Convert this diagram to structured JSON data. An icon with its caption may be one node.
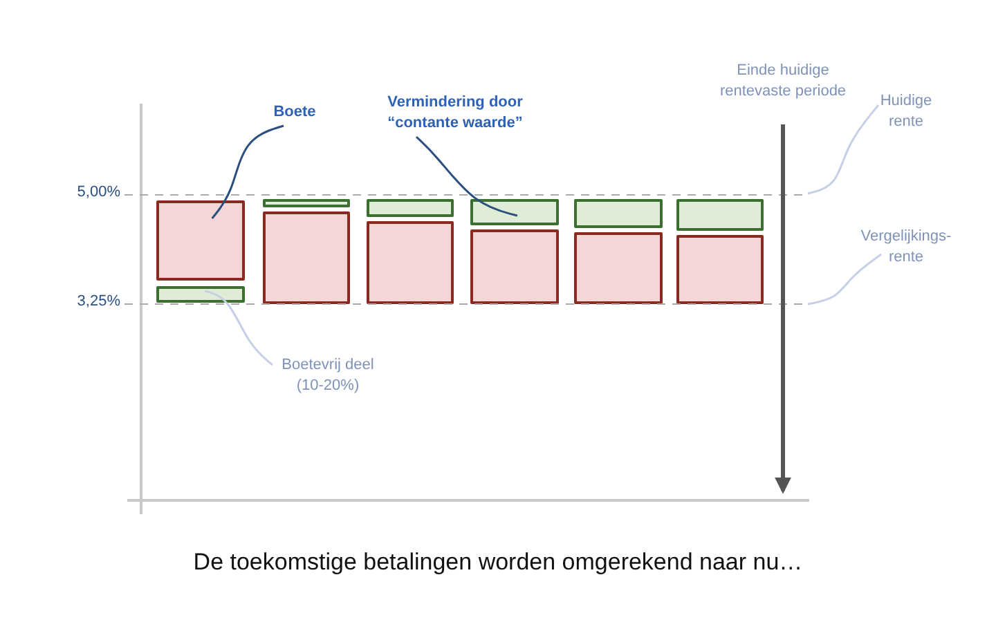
{
  "diagram": {
    "caption": "De toekomstige betalingen worden omgerekend naar nu…",
    "nodes": [
      {
        "text": [
          "Boete"
        ]
      },
      {
        "text": [
          "Vermindering door “contante waarde”"
        ]
      },
      {
        "text": [
          "Einde huidige rentevaste periode"
        ]
      },
      {
        "text": [
          "Huidige rente"
        ]
      },
      {
        "text": [
          "Vergelijkings- rente"
        ]
      },
      {
        "text": [],
        "shape": "box"
      },
      {
        "text": [],
        "shape": "box"
      },
      {
        "text": [],
        "shape": "box"
      },
      {
        "text": [],
        "shape": "box"
      },
      {
        "text": [],
        "shape": "box"
      },
      {
        "text": [],
        "shape": "box"
      },
      {
        "text": [],
        "shape": "box"
      },
      {
        "text": [],
        "shape": "box"
      },
      {
        "text": [],
        "shape": "box"
      },
      {
        "text": [],
        "shape": "box"
      },
      {
        "text": [],
        "shape": "box"
      },
      {
        "text": [],
        "shape": "box"
      },
      {
        "text": [
          "Boetevrij deel (10-20%)"
        ]
      }
    ],
    "edges": [
      {
        "from": 0,
        "to": 5,
        "arrow": "none",
        "color": "#2b4f7e"
      },
      {
        "from": 1,
        "to": 11,
        "arrow": "none",
        "color": "#2b4f7e"
      },
      {
        "from": 17,
        "to": 6,
        "arrow": "none"
      },
      {
        "from": 3,
        "to": null,
        "arrow": "none"
      },
      {
        "from": 4,
        "to": null,
        "arrow": "none"
      },
      {
        "from": 2,
        "to": null,
        "arrow": "to",
        "style": "thick",
        "color": "#555555"
      }
    ],
    "labels": [
      "5,00%",
      "3,25%"
    ]
  }
}
